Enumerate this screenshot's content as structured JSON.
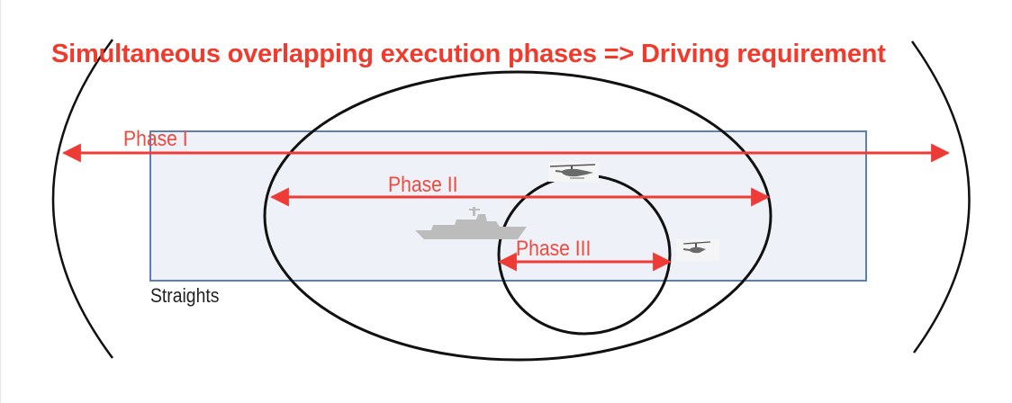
{
  "title": "Simultaneous overlapping execution phases => Driving requirement",
  "phases": [
    {
      "label": "Phase I"
    },
    {
      "label": "Phase II"
    },
    {
      "label": "Phase III"
    }
  ],
  "area_label": "Straights",
  "colors": {
    "title": "#f23a2c",
    "arrow": "#ef3b36",
    "rect_fill": "#eef2f8",
    "rect_stroke": "#5b7fb6",
    "outline": "#111111"
  },
  "icons": [
    "ship-icon",
    "helicopter-icon",
    "helicopter-icon"
  ]
}
